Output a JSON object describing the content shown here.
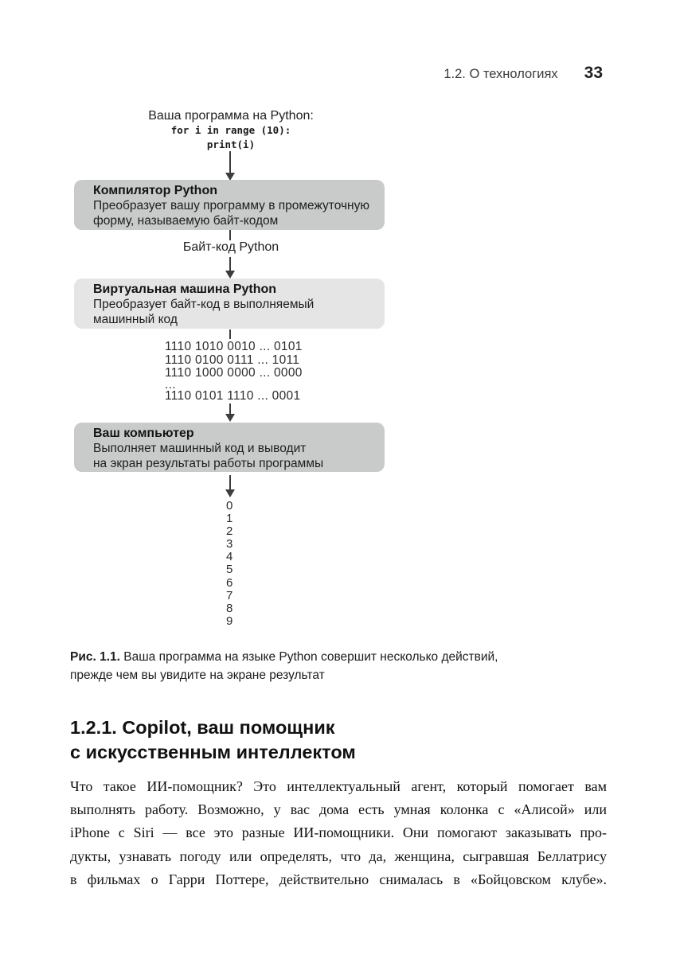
{
  "running_head": {
    "section": "1.2. О технологиях",
    "page_number": "33"
  },
  "diagram": {
    "program": {
      "label": "Ваша программа на Python:",
      "code_lines": [
        "for i in range (10):",
        "print(i)"
      ]
    },
    "bytecode_label": "Байт-код Python",
    "boxes": [
      {
        "title": "Компилятор Python",
        "body_lines": [
          "Преобразует вашу программу в промежуточную",
          "форму, называемую байт-кодом"
        ],
        "fill": "#c9cbca"
      },
      {
        "title": "Виртуальная машина Python",
        "body_lines": [
          "Преобразует байт-код в выполняемый",
          "машинный код"
        ],
        "fill": "#e4e5e4"
      },
      {
        "title": "Ваш компьютер",
        "body_lines": [
          "Выполняет машинный код и выводит",
          "на экран результаты работы программы"
        ],
        "fill": "#c9cbca"
      }
    ],
    "machine_code_lines": [
      "1110 1010 0010 ... 0101",
      "1110 0100 0111 ... 1011",
      "1110 1000 0000 ... 0000",
      "...",
      "1110 0101 1110 ... 0001"
    ],
    "output_lines": [
      "0",
      "1",
      "2",
      "3",
      "4",
      "5",
      "6",
      "7",
      "8",
      "9"
    ],
    "arrow_color": "#3d3d3d"
  },
  "caption": {
    "label": "Рис. 1.1.",
    "line1": "Ваша программа на языке Python совершит несколько действий,",
    "line2": "прежде чем вы увидите на экране результат"
  },
  "section": {
    "heading_line1": "1.2.1. Copilot, ваш помощник",
    "heading_line2": "с искусственным интеллектом"
  },
  "body_text": {
    "lines": [
      "Что такое ИИ-помощник? Это интеллектуальный агент, который помогает вам",
      "выполнять работу. Возможно, у вас дома есть умная колонка с «Алисой» или",
      "iPhone с Siri — все это разные ИИ-помощники. Они помогают заказывать про-",
      "дукты, узнавать погоду или определять, что да, женщина, сыгравшая Беллатрису",
      "в фильмах о Гарри Поттере, действительно снималась в «Бойцовском клубе»."
    ]
  }
}
